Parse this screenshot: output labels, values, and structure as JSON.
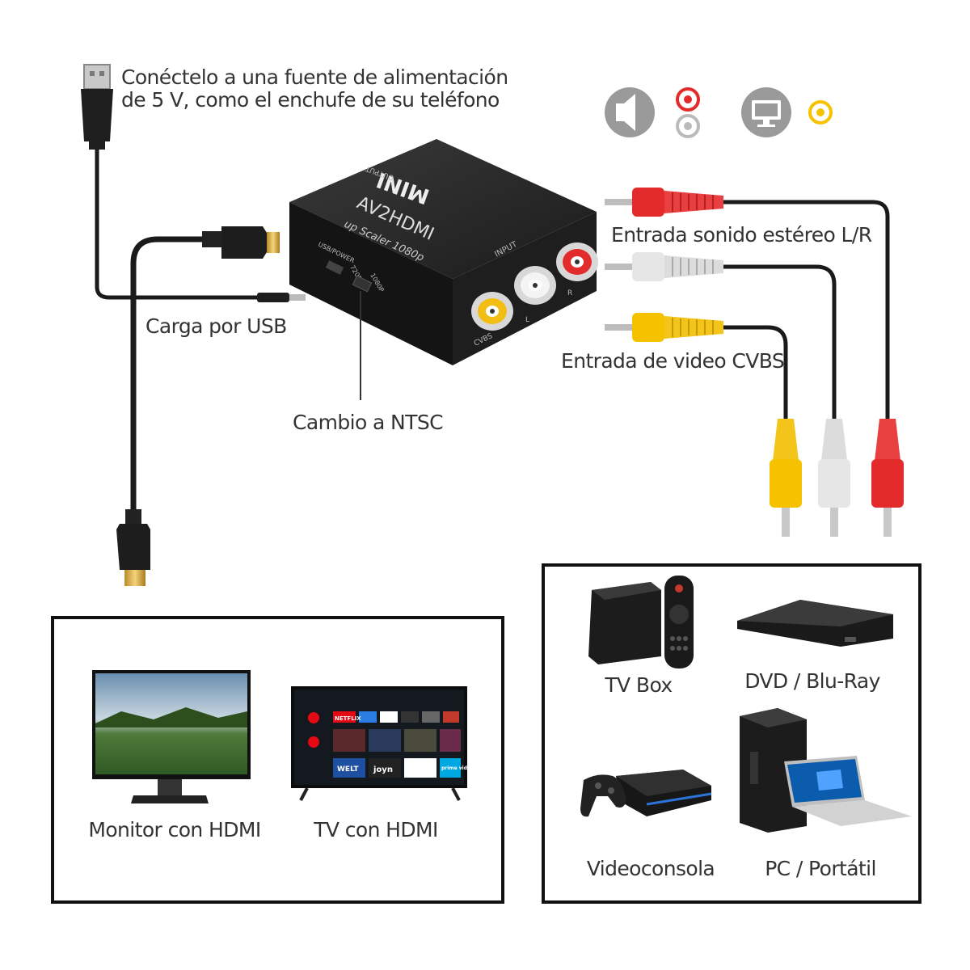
{
  "labels": {
    "power_line1": "Conéctelo a una fuente de alimentación",
    "power_line2": "de 5 V, como el enchufe de su teléfono",
    "audio_input": "Entrada sonido estéreo L/R",
    "video_input": "Entrada de video CVBS",
    "usb_charge": "Carga por USB",
    "ntsc_switch": "Cambio a NTSC"
  },
  "converter": {
    "brand": "MINI",
    "model": "AV2HDMI",
    "subtitle": "up Scaler 1080p",
    "output_label": "OUTPUT",
    "input_label": "INPUT",
    "usb_label": "USB/POWER",
    "res_720": "720P",
    "res_1080": "1080P",
    "port_cvbs": "CVBS",
    "port_l": "L",
    "port_r": "R"
  },
  "outputs": [
    {
      "name": "monitor",
      "label": "Monitor con HDMI"
    },
    {
      "name": "tv",
      "label": "TV con HDMI"
    }
  ],
  "tv_screen": {
    "apps": [
      "NETFLIX",
      "WELT",
      "joyn",
      "prime video"
    ]
  },
  "sources": [
    {
      "name": "tv-box",
      "label": "TV Box"
    },
    {
      "name": "dvd",
      "label": "DVD / Blu-Ray"
    },
    {
      "name": "console",
      "label": "Videoconsola"
    },
    {
      "name": "pc",
      "label": "PC / Portátil"
    }
  ],
  "colors": {
    "red": "#e32b2b",
    "white": "#d9d9d9",
    "yellow": "#f6c200",
    "gold": "#e8b73a",
    "icon_gray": "#9a9a9a"
  }
}
